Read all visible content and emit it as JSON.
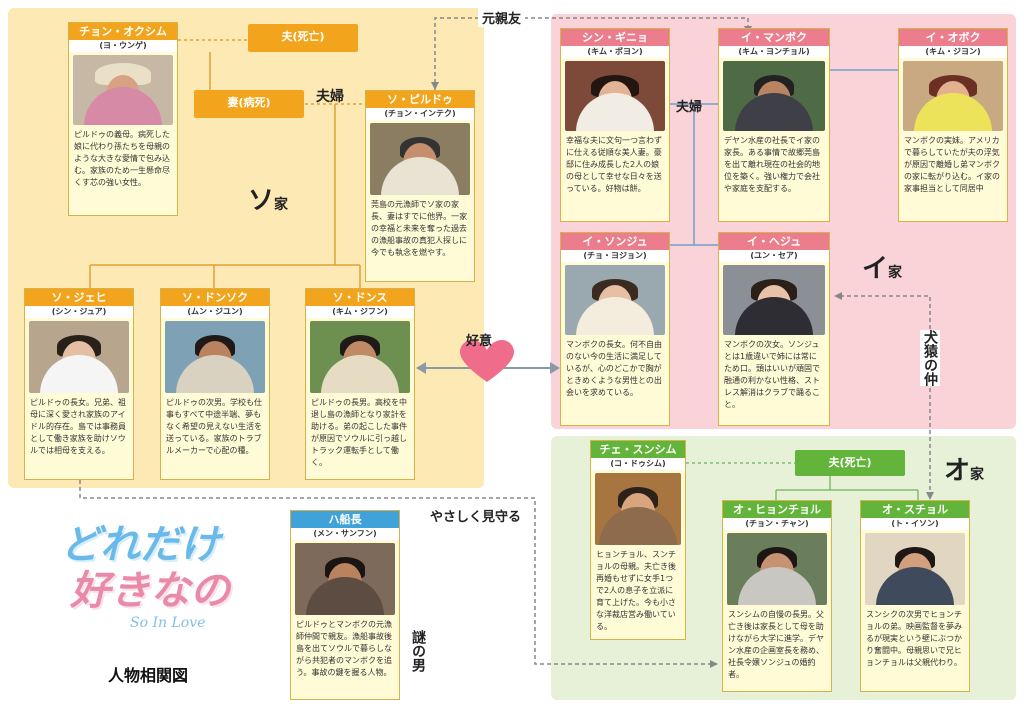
{
  "families": {
    "so": {
      "name": "ソ",
      "suffix": "家"
    },
    "i": {
      "name": "イ",
      "suffix": "家"
    },
    "o": {
      "name": "オ",
      "suffix": "家"
    }
  },
  "tags": {
    "husband_so": "夫(死亡)",
    "wife_so": "妻(病死)",
    "husband_o": "夫(死亡)"
  },
  "relations": {
    "former_friends": "元親友",
    "couple_so": "夫婦",
    "couple_i": "夫婦",
    "affection": "好意",
    "dog_monkey": "犬猿の仲",
    "watch_gently": "やさしく見守る",
    "mystery_man": "謎の男"
  },
  "title": {
    "logo_line1": "どれだけ",
    "logo_line2": "好きなの",
    "logo_sub": "So In Love",
    "caption": "人物相関図"
  },
  "cards": {
    "chon": {
      "name": "チョン・オクシム",
      "actor": "(ヨ・ウンゲ)",
      "desc": "ピルドゥの義母。病死した娘に代わり孫たちを母親のような大きな愛情で包み込む。家族のため一生懸命尽くす芯の強い女性。"
    },
    "so_pildu": {
      "name": "ソ・ピルドゥ",
      "actor": "(チョン・インテク)",
      "desc": "莞島の元漁師でソ家の家長、妻はすでに他界。一家の幸福と未来を奪った過去の漁船事故の真犯人探しに今でも執念を燃やす。"
    },
    "so_jehi": {
      "name": "ソ・ジェヒ",
      "actor": "(シン・ジュア)",
      "desc": "ピルドゥの長女。兄弟、祖母に深く愛され家族のアイドル的存在。島では事務員として働き家族を助けソウルでは相母を支える。"
    },
    "so_dongsok": {
      "name": "ソ・ドンソク",
      "actor": "(ムン・ジユン)",
      "desc": "ピルドゥの次男。学校も仕事もすべて中途半端、夢もなく希望の見えない生活を送っている。家族のトラブルメーカーで心配の種。"
    },
    "so_dongsu": {
      "name": "ソ・ドンス",
      "actor": "(キム・ジフン)",
      "desc": "ピルドゥの長男。高校を中退し島の漁師となり家計を助ける。弟の起こした事件が原因でソウルに引っ越しトラック運転手として働く。"
    },
    "shin_gino": {
      "name": "シン・ギニョ",
      "actor": "(キム・ボヨン)",
      "desc": "幸福な夫に文句一つ言わずに仕える従順な美人妻。豪邸に住み成長した2人の娘の母として幸せな日々を送っている。好物は餅。"
    },
    "i_manbok": {
      "name": "イ・マンボク",
      "actor": "(キム・ヨンチョル)",
      "desc": "デヤン水産の社長でイ家の家長。ある事情で故郷莞島を出て離れ現在の社会的地位を築く。強い権力で会社や家庭を支配する。"
    },
    "i_obok": {
      "name": "イ・オボク",
      "actor": "(キム・ジヨン)",
      "desc": "マンボクの実妹。アメリカで暮らしていたが夫の浮気が原因で離婚し弟マンボクの家に転がり込む。イ家の家事担当として同居中"
    },
    "i_sonju": {
      "name": "イ・ソンジュ",
      "actor": "(チョ・ヨジョン)",
      "desc": "マンボクの長女。何不自由のない今の生活に満足しているが、心のどこかで胸がときめくような男性との出会いを求めている。"
    },
    "i_heju": {
      "name": "イ・ヘジュ",
      "actor": "(ユン・セア)",
      "desc": "マンボクの次女。ソンジュとは1歳違いで姉には常にため口。頭はいいが頑固で融通の利かない性格、ストレス解消はクラブで踊ること。"
    },
    "che_sunsim": {
      "name": "チェ・スンシム",
      "actor": "(コ・ドゥシム)",
      "desc": "ヒョンチョル、スンチョルの母親。夫亡き後再婚もせずに女手1つで2人の息子を立派に育て上げた。今も小さな洋裁店営み働いている。"
    },
    "o_hyonchol": {
      "name": "オ・ヒョンチョル",
      "actor": "(チョン・チャン)",
      "desc": "スンシムの自慢の長男。父亡き後は家長として母を助けながら大学に進学。デヤン水産の企画室長を務め、社長令嬢ソンジュの婚約者。"
    },
    "o_suchol": {
      "name": "オ・スチョル",
      "actor": "(ト・イソン)",
      "desc": "スンシクの次男でヒョンチョルの弟。映画監督を夢みるが現実という壁にぶつかり奮闘中。母親思いで兄ヒョンチョルは父親代わり。"
    },
    "ha_captain": {
      "name": "ハ船長",
      "actor": "(メン・サンフン)",
      "desc": "ピルドゥとマンボクの元漁師仲間で親友。漁船事故後島を出てソウルで暮らしながら共犯者のマンボクを追う。事故の鍵を握る人物。"
    }
  },
  "colors": {
    "so_bg": "#fde9b4",
    "i_bg": "#f9d3d8",
    "o_bg": "#e6f1d8",
    "heart": "#ef6c8a"
  }
}
